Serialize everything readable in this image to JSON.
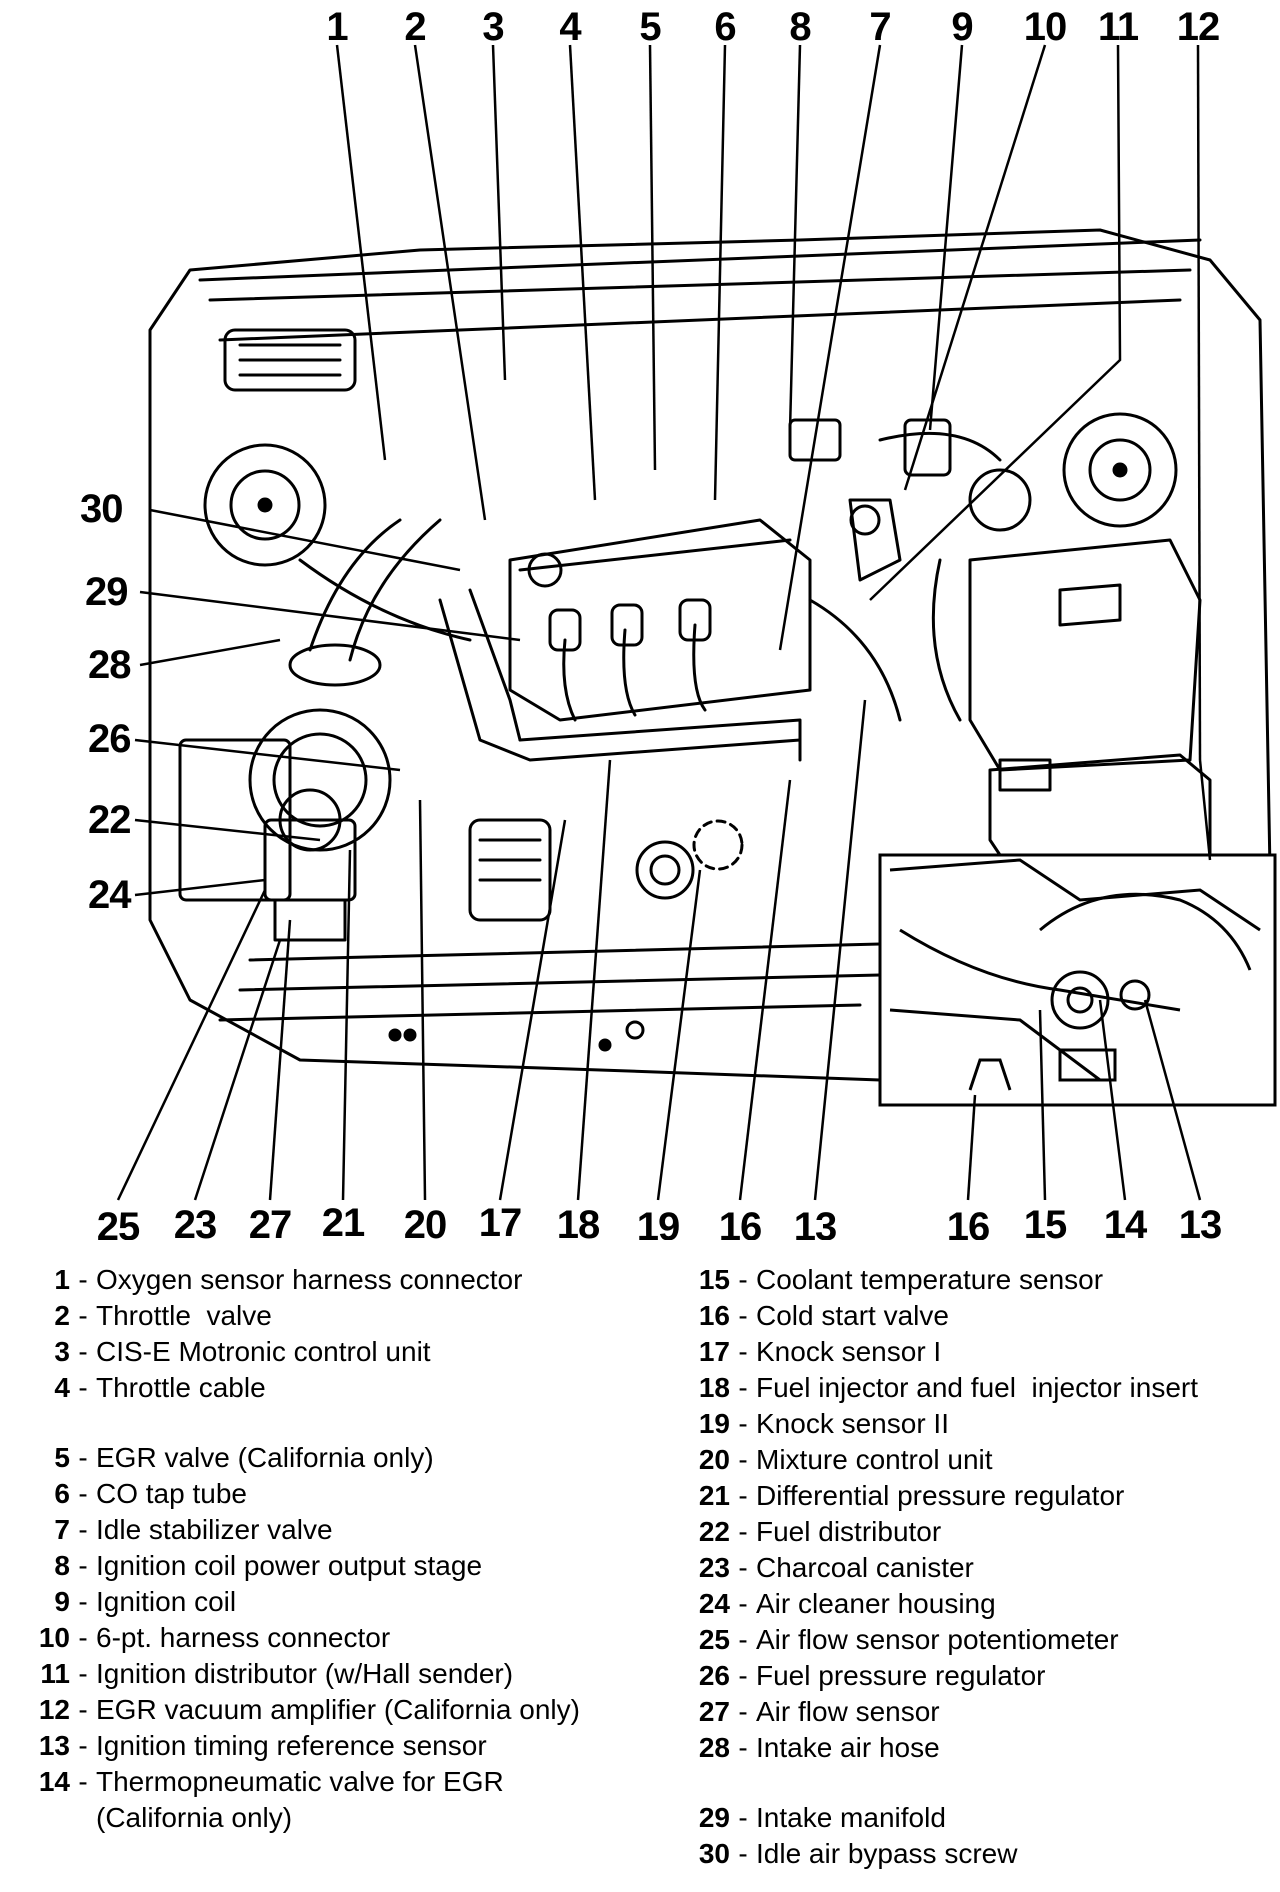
{
  "callouts": {
    "top": [
      "1",
      "2",
      "3",
      "4",
      "5",
      "6",
      "8",
      "7",
      "9",
      "10",
      "11",
      "12"
    ],
    "left": [
      "30",
      "29",
      "28",
      "26",
      "22",
      "24"
    ],
    "bottom": [
      "25",
      "23",
      "27",
      "21",
      "20",
      "17",
      "18",
      "19",
      "16",
      "13"
    ],
    "inset_bottom": [
      "16",
      "15",
      "14",
      "13"
    ]
  },
  "legend_left": [
    {
      "num": "1",
      "label": "Oxygen sensor harness connector"
    },
    {
      "num": "2",
      "label": "Throttle  valve"
    },
    {
      "num": "3",
      "label": "CIS-E Motronic control unit"
    },
    {
      "num": "4",
      "label": "Throttle cable"
    },
    {
      "num": "5",
      "label": "EGR valve (California only)"
    },
    {
      "num": "6",
      "label": "CO tap tube"
    },
    {
      "num": "7",
      "label": "Idle stabilizer valve"
    },
    {
      "num": "8",
      "label": "Ignition coil power output stage"
    },
    {
      "num": "9",
      "label": "Ignition coil"
    },
    {
      "num": "10",
      "label": "6-pt. harness connector"
    },
    {
      "num": "11",
      "label": "Ignition distributor (w/Hall sender)"
    },
    {
      "num": "12",
      "label": "EGR vacuum amplifier (California only)"
    },
    {
      "num": "13",
      "label": "Ignition timing reference sensor"
    },
    {
      "num": "14",
      "label": "Thermopneumatic valve for EGR"
    }
  ],
  "legend_left_cont": "(California only)",
  "legend_right": [
    {
      "num": "15",
      "label": "Coolant temperature sensor"
    },
    {
      "num": "16",
      "label": "Cold start valve"
    },
    {
      "num": "17",
      "label": "Knock sensor I"
    },
    {
      "num": "18",
      "label": "Fuel injector and fuel  injector insert"
    },
    {
      "num": "19",
      "label": "Knock sensor II"
    },
    {
      "num": "20",
      "label": "Mixture control unit"
    },
    {
      "num": "21",
      "label": "Differential pressure regulator"
    },
    {
      "num": "22",
      "label": "Fuel distributor"
    },
    {
      "num": "23",
      "label": "Charcoal canister"
    },
    {
      "num": "24",
      "label": "Air cleaner housing"
    },
    {
      "num": "25",
      "label": "Air flow sensor potentiometer"
    },
    {
      "num": "26",
      "label": "Fuel pressure regulator"
    },
    {
      "num": "27",
      "label": "Air flow sensor"
    },
    {
      "num": "28",
      "label": "Intake air hose"
    },
    {
      "num": "29",
      "label": "Intake manifold"
    },
    {
      "num": "30",
      "label": "Idle air bypass screw"
    }
  ],
  "dash": "-"
}
